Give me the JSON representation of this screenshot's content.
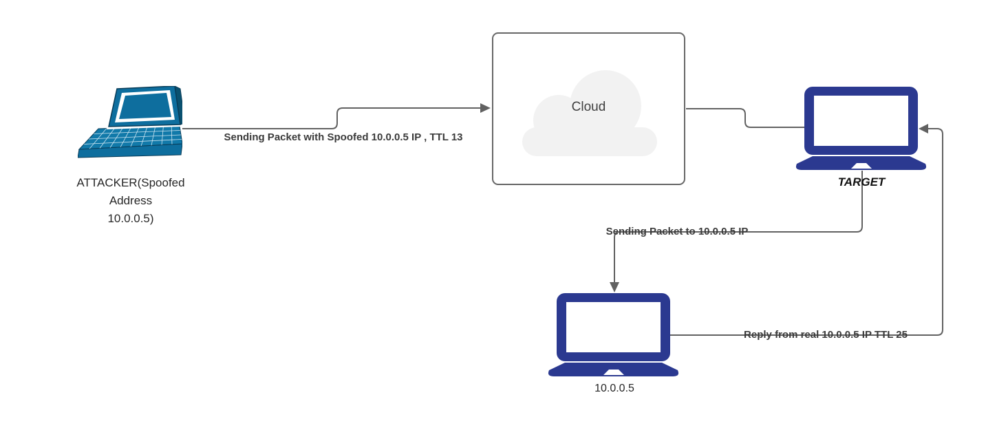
{
  "nodes": {
    "attacker": {
      "label_lines": [
        "ATTACKER(Spoofed",
        "Address",
        "10.0.0.5)"
      ]
    },
    "cloud": {
      "label": "Cloud"
    },
    "target": {
      "label": "TARGET"
    },
    "real_host": {
      "label": "10.0.0.5"
    }
  },
  "edges": {
    "attacker_to_cloud": {
      "label": "Sending Packet with Spoofed 10.0.0.5 IP , TTL 13"
    },
    "cloud_to_target": {
      "label": ""
    },
    "target_to_real_host": {
      "label": "Sending Packet to 10.0.0.5 IP"
    },
    "real_host_to_target": {
      "label": "Reply from real 10.0.0.5 IP TTL 25"
    }
  },
  "colors": {
    "connector": "#616161",
    "attacker_laptop_fill": "#0E6E9E",
    "attacker_laptop_edge": "#083B57",
    "navy_laptop_fill": "#2B3990",
    "cloud_fill": "#F2F2F2",
    "cloud_box_border": "#666666",
    "edge_label_text": "#3A3A3A",
    "node_label_text": "#262626"
  }
}
